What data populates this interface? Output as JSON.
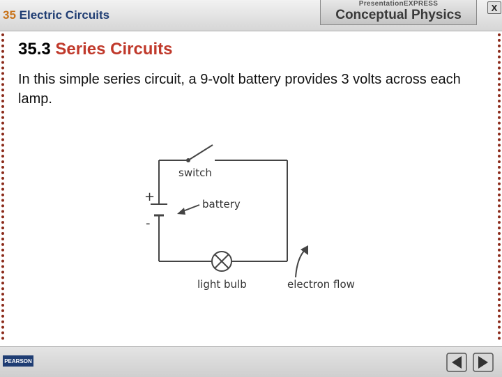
{
  "header": {
    "chapter_number": "35",
    "chapter_title": "Electric Circuits",
    "brand_top": "PresentationEXPRESS",
    "brand_main": "Conceptual Physics",
    "close_label": "X"
  },
  "slide": {
    "section_number": "35.3",
    "section_title": "Series Circuits",
    "body": "In this simple series circuit, a 9-volt battery provides 3 volts across each lamp."
  },
  "figure": {
    "labels": {
      "switch": "switch",
      "battery": "battery",
      "plus": "+",
      "minus": "-",
      "light_bulb": "light bulb",
      "electron_flow": "electron flow"
    }
  },
  "footer": {
    "publisher": "PEARSON"
  }
}
